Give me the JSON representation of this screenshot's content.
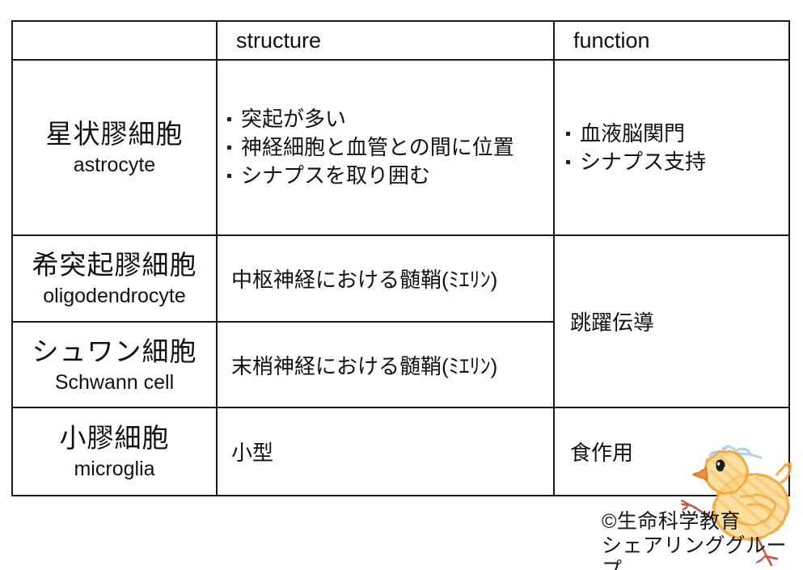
{
  "table": {
    "headers": {
      "structure": "structure",
      "function": "function"
    },
    "rows": [
      {
        "name_ja": "星状膠細胞",
        "name_en": "astrocyte",
        "structure_bullets": [
          "突起が多い",
          "神経細胞と血管との間に位置",
          "シナプスを取り囲む"
        ],
        "function_bullets": [
          "血液脳関門",
          "シナプス支持"
        ]
      },
      {
        "name_ja": "希突起膠細胞",
        "name_en": "oligodendrocyte",
        "structure_main": "中枢神経における髄鞘",
        "structure_paren": "(ﾐｴﾘﾝ)"
      },
      {
        "name_ja": "シュワン細胞",
        "name_en": "Schwann cell",
        "structure_main": "末梢神経における髄鞘",
        "structure_paren": "(ﾐｴﾘﾝ)"
      },
      {
        "name_ja": "小膠細胞",
        "name_en": "microglia",
        "structure_main": "小型",
        "function_text": "食作用"
      }
    ],
    "merged_function": "跳躍伝導"
  },
  "credit": {
    "line1": "©生命科学教育",
    "line2": "シェアリンググループ"
  },
  "icons": {
    "chick": "hand-drawn-crayon-chick"
  },
  "colors": {
    "border": "#1a1a1a",
    "name_cell_bg": "#dbe9f2",
    "chick_yellow": "#fbd37f",
    "chick_orange": "#f0a73c",
    "chick_leg": "#c2574b",
    "chick_blue": "#9ec9e8"
  }
}
